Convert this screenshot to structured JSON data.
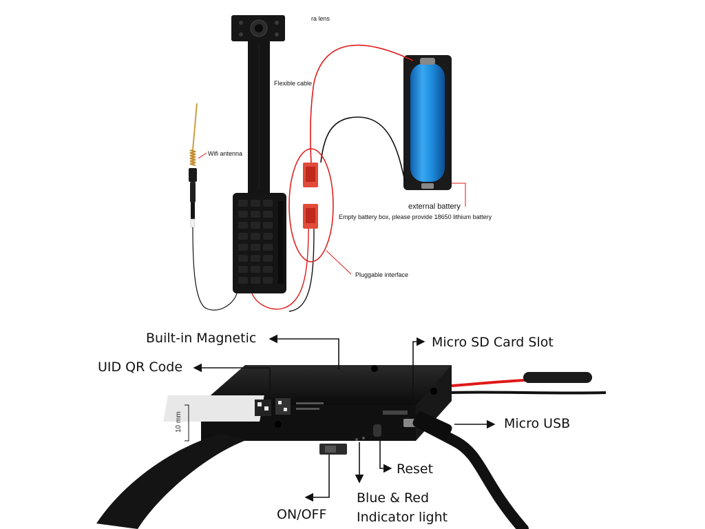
{
  "top_labels": {
    "lens": "ra lens",
    "cable": "Flexible cable",
    "antenna": "Wifi antenna",
    "battery_title": "external battery",
    "battery_note": "Empty battery box, please provide 18650 lithium battery",
    "interface": "Pluggable interface"
  },
  "bottom_labels": {
    "magnetic": "Built-in Magnetic",
    "qr": "UID QR Code",
    "sd": "Micro SD Card Slot",
    "usb": "Micro USB",
    "reset": "Reset",
    "indicator_line1": "Blue & Red",
    "indicator_line2": "Indicator light",
    "onoff": "ON/OFF",
    "dimension": "10 mm"
  },
  "colors": {
    "battery_blue": "#1f8fe0",
    "wire_red": "#e01818",
    "wire_black": "#111111",
    "body": "#1a1a1a",
    "highlight_circle": "#e02020"
  }
}
